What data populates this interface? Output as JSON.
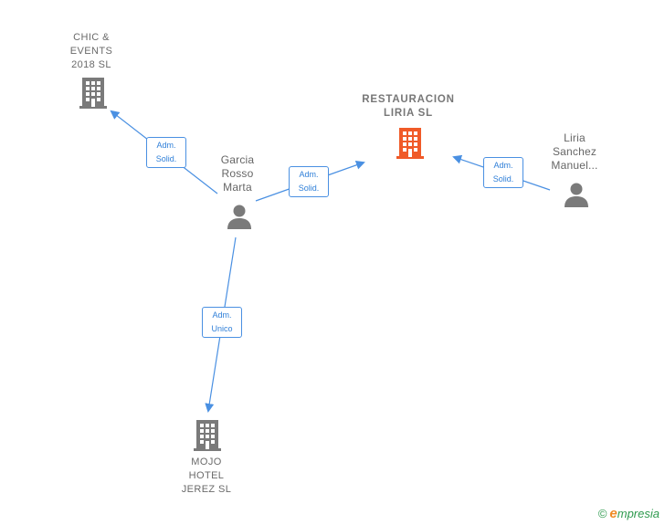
{
  "nodes": {
    "chic_events": {
      "label": "CHIC &\nEVENTS\n2018  SL",
      "type": "company"
    },
    "restauracion_liria": {
      "label": "RESTAURACION\nLIRIA  SL",
      "type": "company"
    },
    "mojo_hotel": {
      "label": "MOJO\nHOTEL\nJEREZ  SL",
      "type": "company"
    },
    "garcia_rosso": {
      "label": "Garcia\nRosso\nMarta",
      "type": "person"
    },
    "liria_sanchez": {
      "label": "Liria\nSanchez\nManuel...",
      "type": "person"
    }
  },
  "edges": [
    {
      "id": "garcia-to-chic",
      "line1": "Adm.",
      "line2": "Solid."
    },
    {
      "id": "garcia-to-restauracion",
      "line1": "Adm.",
      "line2": "Solid."
    },
    {
      "id": "liria-to-restauracion",
      "line1": "Adm.",
      "line2": "Solid."
    },
    {
      "id": "garcia-to-mojo",
      "line1": "Adm.",
      "line2": "Unico"
    }
  ],
  "footer": {
    "copyright": "©",
    "brand_initial": "e",
    "brand_rest": "mpresia"
  },
  "colors": {
    "company_icon": "#7a7a7a",
    "center_icon": "#f05a28",
    "person_icon": "#7a7a7a",
    "edge": "#4a90e2"
  }
}
